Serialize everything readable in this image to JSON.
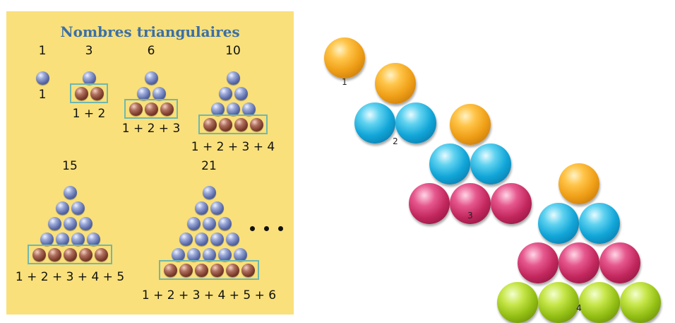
{
  "left": {
    "title": "Nombres triangulaires",
    "items": [
      {
        "number": "1",
        "sum": "1"
      },
      {
        "number": "3",
        "sum": "1 + 2"
      },
      {
        "number": "6",
        "sum": "1 + 2 + 3"
      },
      {
        "number": "10",
        "sum": "1 + 2 + 3 + 4"
      },
      {
        "number": "15",
        "sum": "1 + 2 + 3 + 4 + 5"
      },
      {
        "number": "21",
        "sum": "1 + 2 + 3 + 4 + 5 + 6"
      }
    ],
    "colors": {
      "background": "#f9e07a",
      "title": "#3b6fa6",
      "ball": "#5a6aa6",
      "highlight_ball": "#7a3a2a",
      "frame": "#6fb8b0"
    }
  },
  "right": {
    "steps": [
      {
        "label": "1",
        "rows": [
          "orange"
        ]
      },
      {
        "label": "2",
        "rows": [
          "orange",
          "cyan"
        ]
      },
      {
        "label": "3",
        "rows": [
          "orange",
          "cyan",
          "pink"
        ]
      },
      {
        "label": "4",
        "rows": [
          "orange",
          "cyan",
          "pink",
          "green"
        ]
      }
    ],
    "colors": {
      "orange": "#f0a018",
      "cyan": "#12a6d8",
      "pink": "#c2275d",
      "green": "#93bf14"
    }
  }
}
